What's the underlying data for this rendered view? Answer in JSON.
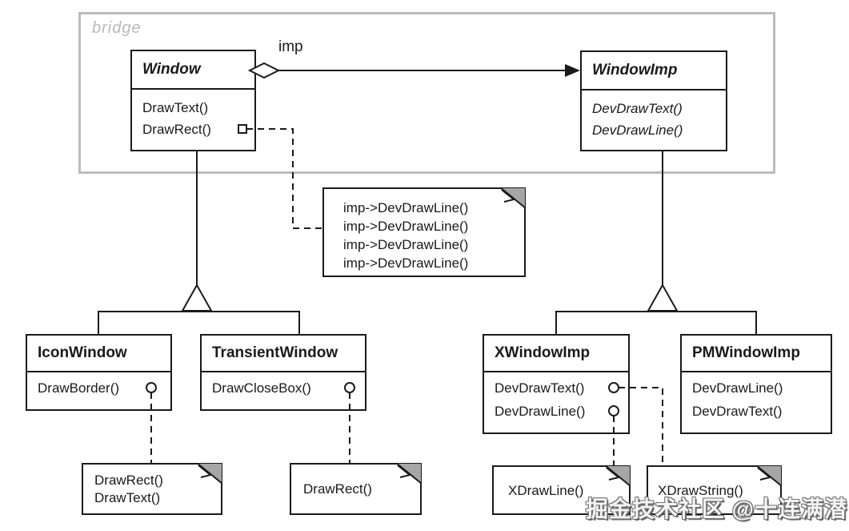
{
  "package": {
    "label": "bridge"
  },
  "association": {
    "label": "imp"
  },
  "classes": {
    "window": {
      "name": "Window",
      "methods": [
        "DrawText()",
        "DrawRect()"
      ]
    },
    "window_imp": {
      "name": "WindowImp",
      "methods": [
        "DevDrawText()",
        "DevDrawLine()"
      ]
    },
    "icon_window": {
      "name": "IconWindow",
      "methods": [
        "DrawBorder()"
      ]
    },
    "transient_window": {
      "name": "TransientWindow",
      "methods": [
        "DrawCloseBox()"
      ]
    },
    "x_window_imp": {
      "name": "XWindowImp",
      "methods": [
        "DevDrawText()",
        "DevDrawLine()"
      ]
    },
    "pm_window_imp": {
      "name": "PMWindowImp",
      "methods": [
        "DevDrawLine()",
        "DevDrawText()"
      ]
    }
  },
  "notes": {
    "imp_note": {
      "lines": [
        "imp->DevDrawLine()",
        "imp->DevDrawLine()",
        "imp->DevDrawLine()",
        "imp->DevDrawLine()"
      ]
    },
    "icon_note": {
      "lines": [
        "DrawRect()",
        "DrawText()"
      ]
    },
    "transient_note": {
      "lines": [
        "DrawRect()"
      ]
    },
    "xdrawline_note": {
      "lines": [
        "XDrawLine()"
      ]
    },
    "xdrawstring_note": {
      "lines": [
        "XDrawString()"
      ]
    }
  },
  "watermark": {
    "text": "掘金技术社区 @十连满潜"
  },
  "colors": {
    "line": "#1a1a1a",
    "package_border": "#bcbcbc",
    "package_label": "#b9b9b9",
    "note_fold": "#a6a6a6",
    "background": "#ffffff"
  }
}
